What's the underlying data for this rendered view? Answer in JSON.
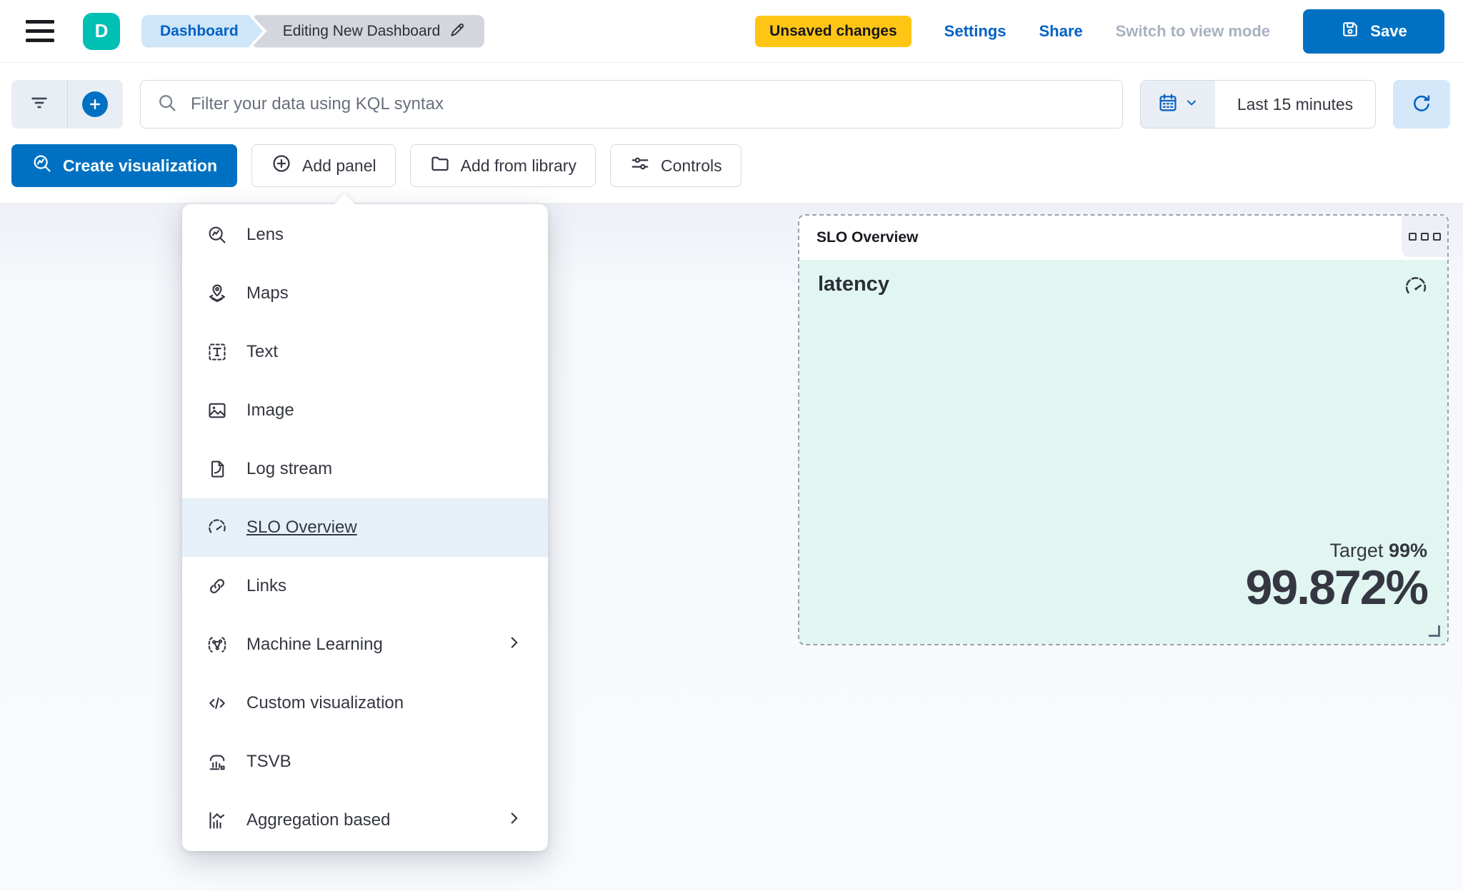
{
  "header": {
    "avatar_initial": "D",
    "breadcrumbs": [
      {
        "label": "Dashboard"
      },
      {
        "label": "Editing New Dashboard"
      }
    ],
    "unsaved_badge": "Unsaved changes",
    "settings_label": "Settings",
    "share_label": "Share",
    "view_mode_label": "Switch to view mode",
    "save_label": "Save"
  },
  "query_bar": {
    "search_placeholder": "Filter your data using KQL syntax",
    "time_range": "Last 15 minutes"
  },
  "actions": {
    "create_visualization_label": "Create visualization",
    "add_panel_label": "Add panel",
    "add_from_library_label": "Add from library",
    "controls_label": "Controls"
  },
  "menu": {
    "items": [
      {
        "label": "Lens",
        "icon": "lens-icon",
        "selected": false,
        "has_submenu": false
      },
      {
        "label": "Maps",
        "icon": "maps-icon",
        "selected": false,
        "has_submenu": false
      },
      {
        "label": "Text",
        "icon": "text-icon",
        "selected": false,
        "has_submenu": false
      },
      {
        "label": "Image",
        "icon": "image-icon",
        "selected": false,
        "has_submenu": false
      },
      {
        "label": "Log stream",
        "icon": "log-stream-icon",
        "selected": false,
        "has_submenu": false
      },
      {
        "label": "SLO Overview",
        "icon": "gauge-icon",
        "selected": true,
        "has_submenu": false
      },
      {
        "label": "Links",
        "icon": "link-icon",
        "selected": false,
        "has_submenu": false
      },
      {
        "label": "Machine Learning",
        "icon": "machine-learning-icon",
        "selected": false,
        "has_submenu": true
      },
      {
        "label": "Custom visualization",
        "icon": "code-icon",
        "selected": false,
        "has_submenu": false
      },
      {
        "label": "TSVB",
        "icon": "tsvb-icon",
        "selected": false,
        "has_submenu": false
      },
      {
        "label": "Aggregation based",
        "icon": "aggregation-icon",
        "selected": false,
        "has_submenu": true
      }
    ]
  },
  "panel": {
    "title": "SLO Overview",
    "slo_name": "latency",
    "target_label": "Target",
    "target_value": "99%",
    "sli_value": "99.872%"
  },
  "colors": {
    "primary_blue": "#0071c2",
    "link_blue": "#0061c5",
    "badge_yellow": "#fec514",
    "avatar_teal": "#00bfb3",
    "panel_teal": "#e1f5f1",
    "menu_highlight": "#e6f0f8",
    "text_dark": "#343741",
    "text_subdued": "#69707d",
    "control_border": "#d3dae6",
    "dashed_border": "#98a2b3"
  }
}
